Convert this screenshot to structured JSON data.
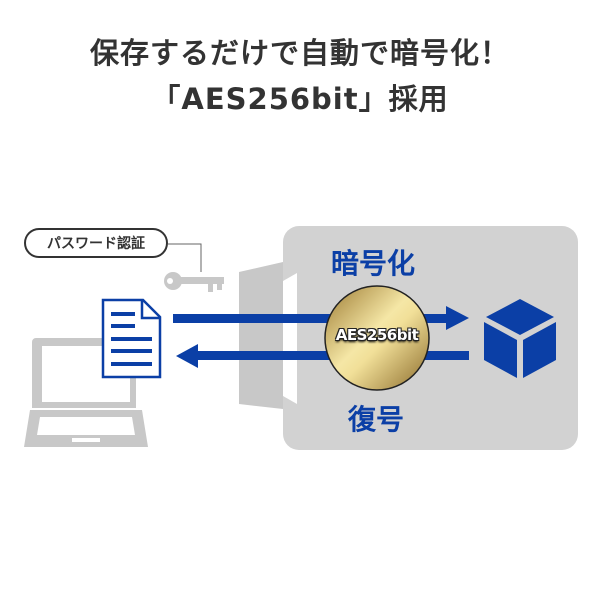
{
  "headline": {
    "line1": "保存するだけで自動で暗号化！",
    "line2": "「AES256bit」採用"
  },
  "diagram": {
    "password_label": "パスワード認証",
    "encrypt_label": "暗号化",
    "decrypt_label": "復号",
    "coin_label": "AES256bit",
    "icons": [
      "laptop-icon",
      "document-icon",
      "key-icon",
      "door-icon",
      "cube-icon"
    ],
    "colors": {
      "accent": "#0b3fa6",
      "gray": "#c8c8c8",
      "box": "#d2d2d2",
      "gold": "#d8b862"
    }
  }
}
